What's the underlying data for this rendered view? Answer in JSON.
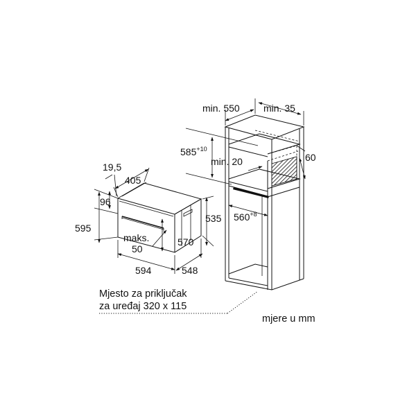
{
  "oven": {
    "dim_top_depth": "19,5",
    "dim_top_width": "405",
    "dim_left_upper": "96",
    "dim_left_height": "595",
    "dim_inner_height": "570",
    "dim_side_height": "535",
    "dim_front_width": "594",
    "dim_side_depth": "548",
    "max_label": "maks.",
    "max_value": "50"
  },
  "cabinet": {
    "dim_min_depth": "min. 550",
    "dim_min_side": "min. 35",
    "dim_niche_height": "585",
    "dim_niche_height_tol": "+10",
    "dim_min_gap": "min. 20",
    "dim_vent": "60",
    "dim_niche_width": "560",
    "dim_niche_width_tol": "+8"
  },
  "notes": {
    "connection_line1": "Mjesto za priključak",
    "connection_line2": "za uređaj 320 x 115",
    "units": "mjere u mm"
  }
}
